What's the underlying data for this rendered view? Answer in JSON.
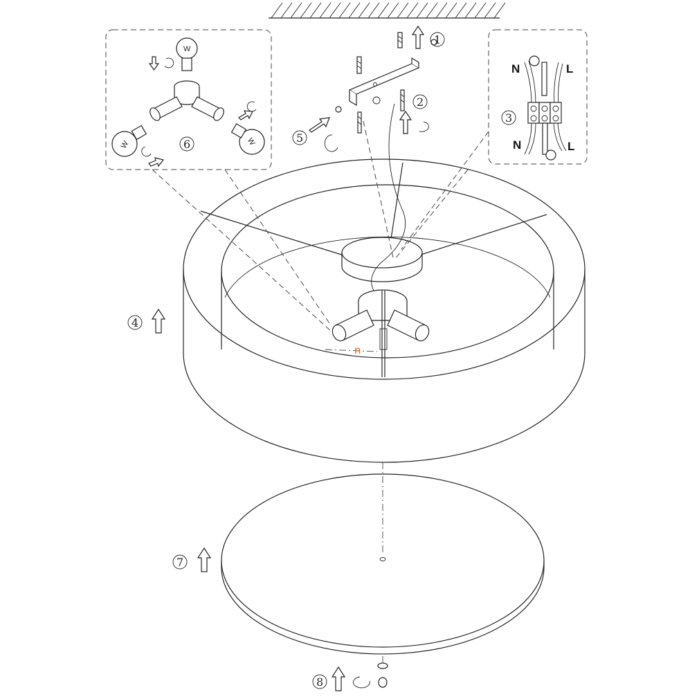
{
  "steps": {
    "s1": "1",
    "s2": "2",
    "s3": "3",
    "s4": "4",
    "s5": "5",
    "s6": "6",
    "s7": "7",
    "s8": "8"
  },
  "wiring": {
    "neutral_top": "N",
    "live_top": "L",
    "neutral_bottom": "N",
    "live_bottom": "L"
  },
  "bulb_marks": {
    "top": "W",
    "left": "W",
    "right": "W"
  },
  "marker": "n",
  "colors": {
    "line": "#222222",
    "marker": "#e8601c"
  }
}
